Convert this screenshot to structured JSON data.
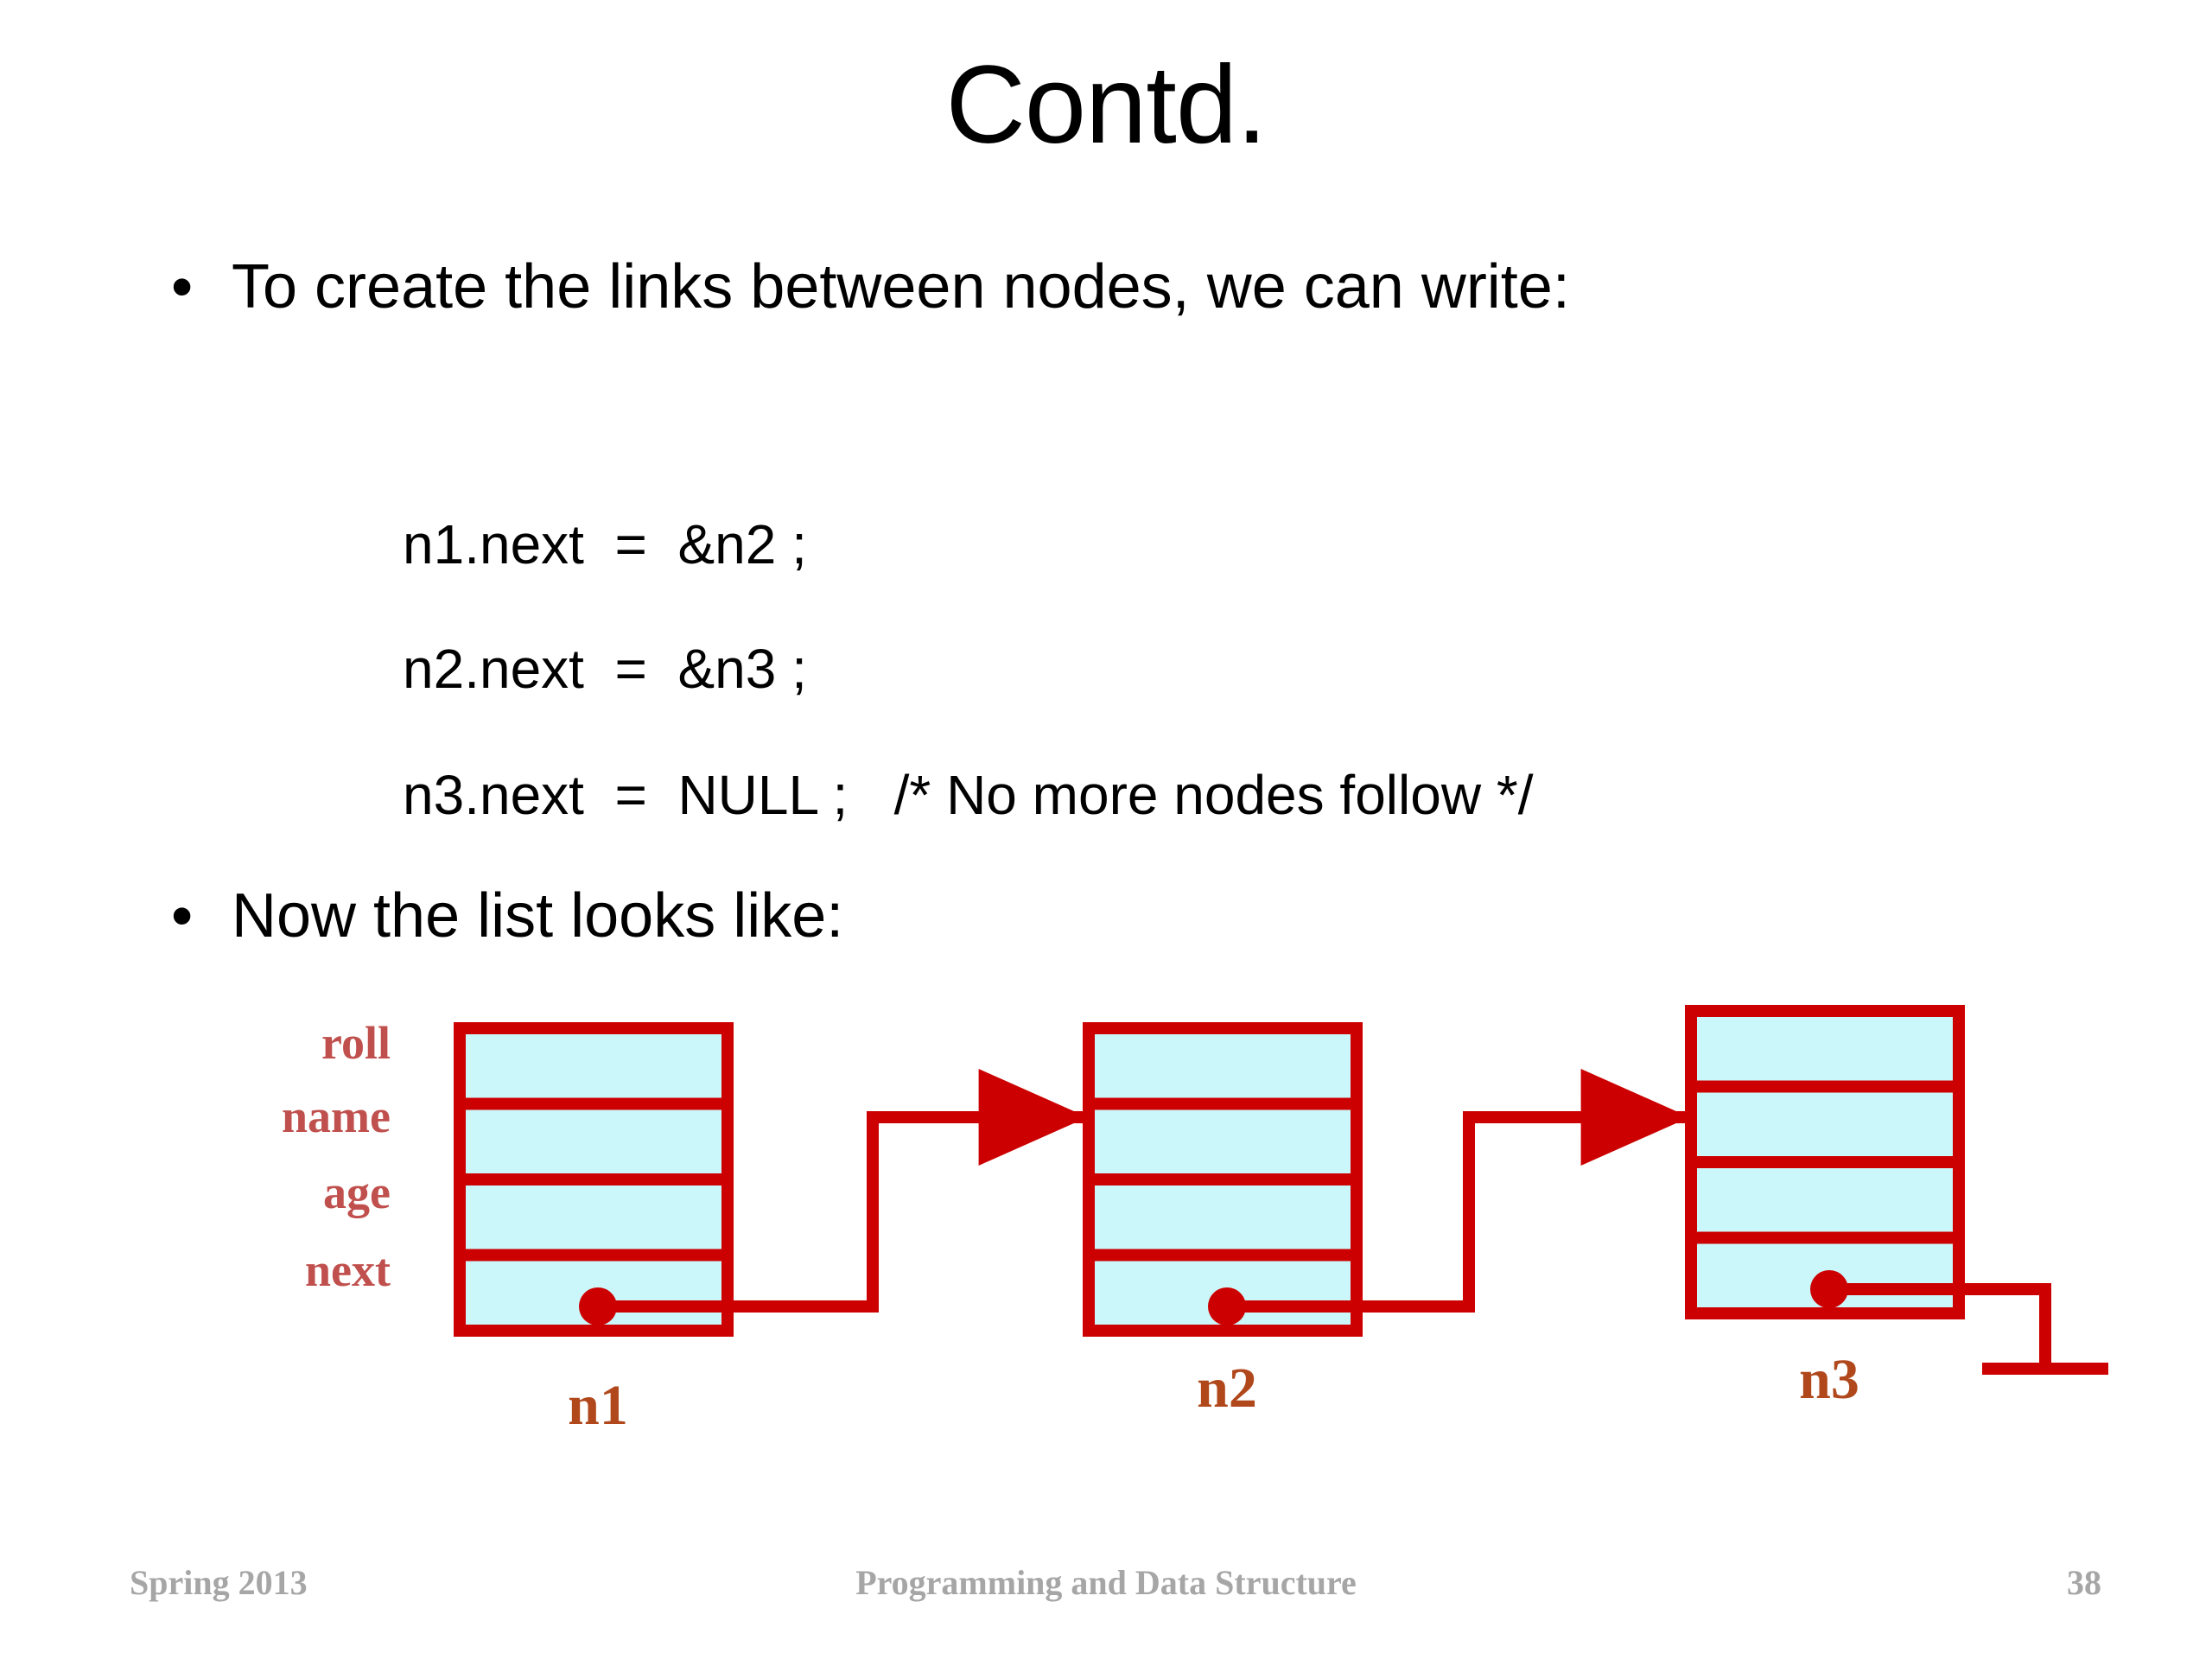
{
  "slide": {
    "title": "Contd.",
    "background_color": "#ffffff"
  },
  "body": {
    "bullet_marker": "•",
    "bullets": [
      {
        "text": "To create the links between nodes, we can write:"
      },
      {
        "text": "Now the list looks like:"
      }
    ],
    "code_lines": [
      "n1.next  =  &n2 ;",
      "n2.next  =  &n3 ;",
      "n3.next  =  NULL ;   /* No more nodes follow */"
    ]
  },
  "diagram": {
    "type": "linked-list",
    "field_labels": [
      "roll",
      "name",
      "age",
      "next"
    ],
    "nodes": [
      {
        "name": "n1",
        "next_target": "n2"
      },
      {
        "name": "n2",
        "next_target": "n3"
      },
      {
        "name": "n3",
        "next_target": "NULL"
      }
    ],
    "colors": {
      "cell_fill": "#ccf7fa",
      "border": "#cc0000",
      "field_label": "#c0504d",
      "node_name": "#b0481c"
    }
  },
  "footer": {
    "left": "Spring 2013",
    "center": "Programming and Data Structure",
    "page_number": "38"
  }
}
